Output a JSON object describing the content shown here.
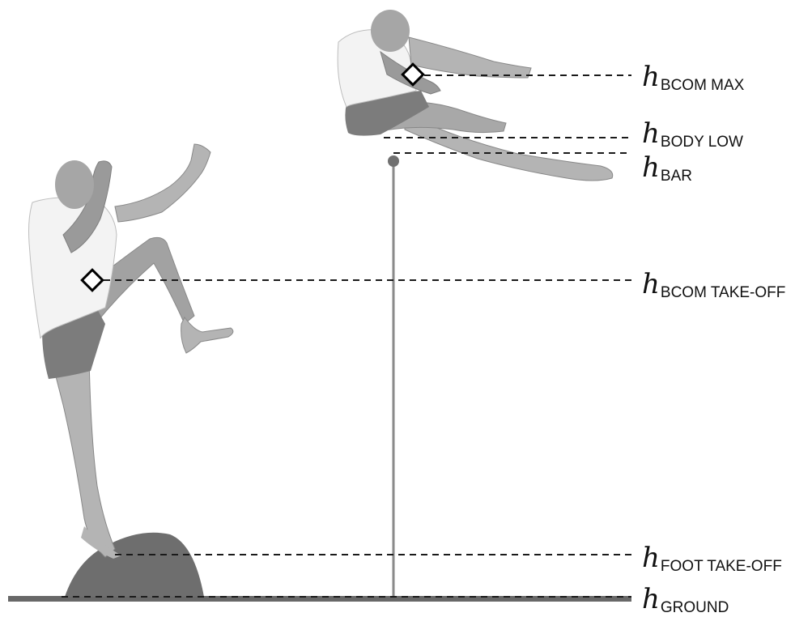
{
  "variable_symbol": "h",
  "labels": {
    "bcom_max": "BCOM MAX",
    "body_low": "BODY LOW",
    "bar": "BAR",
    "bcom_takeoff": "BCOM TAKE-OFF",
    "foot_takeoff": "FOOT TAKE-OFF",
    "ground": "GROUND"
  },
  "colors": {
    "shirt": "#f3f3f3",
    "skin": "#b4b4b4",
    "skin_dark": "#9a9a9a",
    "shorts": "#7c7c7c",
    "ground": "#686868",
    "rock": "#6e6e6e",
    "pole": "#8a8a8a",
    "dash": "#1a1a1a",
    "marker_fill": "#ffffff",
    "marker_stroke": "#000000"
  }
}
